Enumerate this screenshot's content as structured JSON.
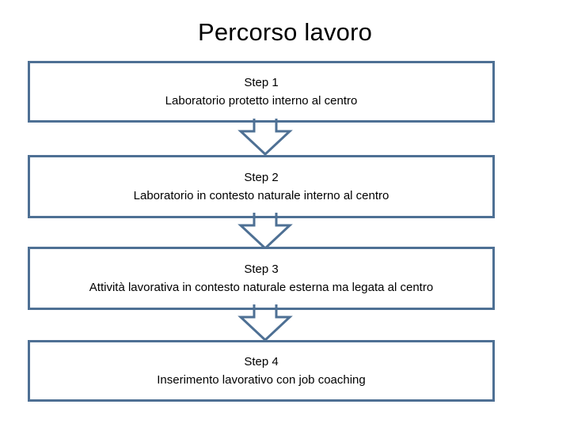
{
  "slide": {
    "title": "Percorso lavoro",
    "background_color": "#FFFFFF",
    "accent_color": "#4E7094",
    "text_color": "#000000"
  },
  "diagram": {
    "type": "vertical-flowchart",
    "steps": [
      {
        "label": "Step 1",
        "description": "Laboratorio protetto interno al centro"
      },
      {
        "label": "Step 2",
        "description": "Laboratorio in contesto naturale interno al centro"
      },
      {
        "label": "Step 3",
        "description": "Attività lavorativa in contesto naturale esterna ma legata al centro"
      },
      {
        "label": "Step 4",
        "description": "Inserimento lavorativo con job coaching"
      }
    ],
    "connectors": [
      {
        "icon": "down-arrow-icon",
        "from": "Step 1",
        "to": "Step 2"
      },
      {
        "icon": "down-arrow-icon",
        "from": "Step 2",
        "to": "Step 3"
      },
      {
        "icon": "down-arrow-icon",
        "from": "Step 3",
        "to": "Step 4"
      }
    ]
  }
}
